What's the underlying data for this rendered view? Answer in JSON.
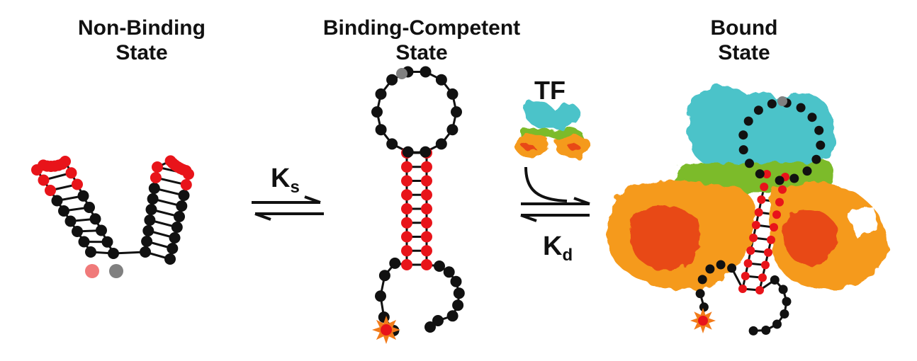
{
  "titles": {
    "non_binding": [
      "Non-Binding",
      "State"
    ],
    "binding_competent": [
      "Binding-Competent",
      "State"
    ],
    "bound": [
      "Bound",
      "State"
    ]
  },
  "labels": {
    "ks_main": "K",
    "ks_sub": "s",
    "tf": "TF",
    "kd_main": "K",
    "kd_sub": "d"
  },
  "colors": {
    "nucleotide_red": "#e8141a",
    "nucleotide_black": "#111111",
    "gray_marker": "#808080",
    "pink_marker": "#f07a7a",
    "tf_cyan": "#4cc3c9",
    "tf_green": "#7cbb2a",
    "tf_orange": "#f59a1e",
    "tf_red": "#e84a16",
    "star_orange": "#f27b1a"
  }
}
